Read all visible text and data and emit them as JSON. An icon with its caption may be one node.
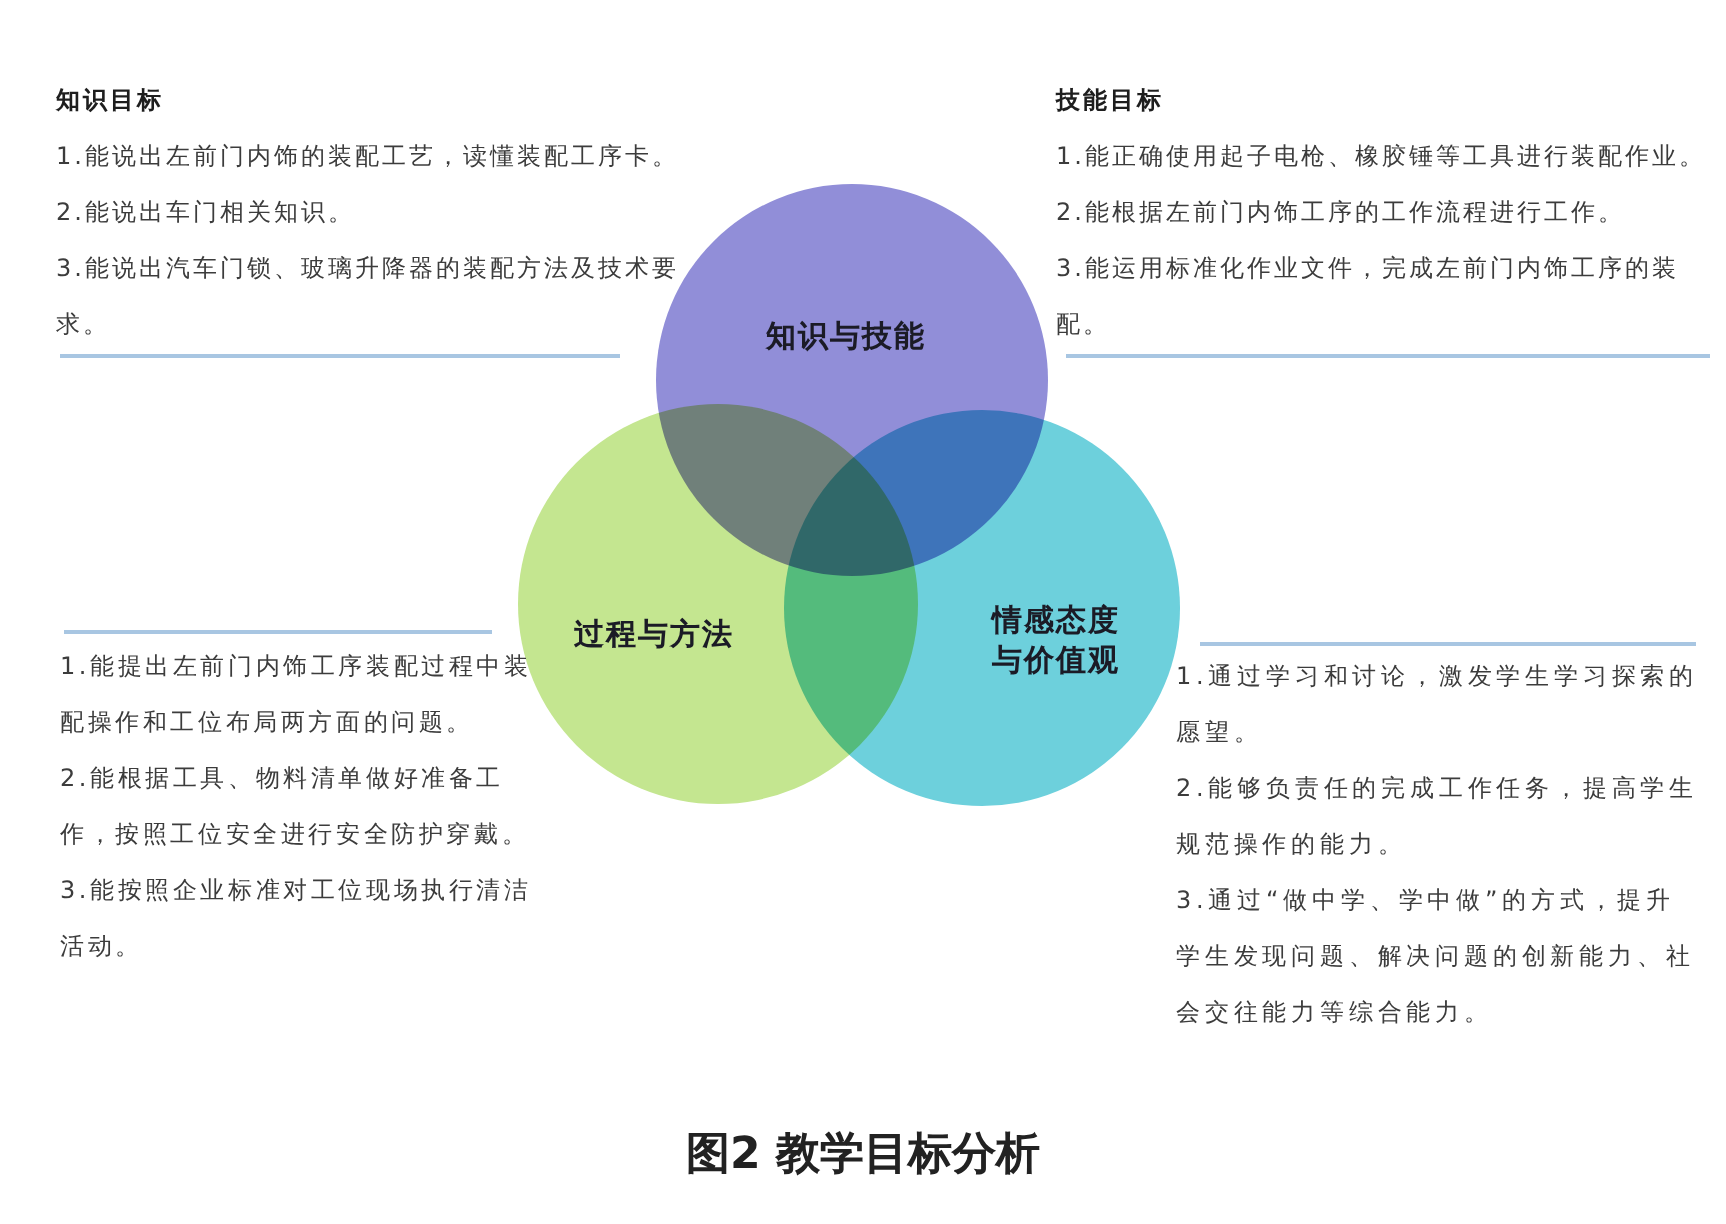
{
  "diagram": {
    "caption": "图2 教学目标分析",
    "nodes": [
      {
        "text": [
          "知识与技能"
        ]
      },
      {
        "text": [
          "过程与方法"
        ]
      },
      {
        "text": [
          "情感态度与价值观"
        ]
      }
    ],
    "labels": [
      "知识目标",
      "1.能说出左前门内饰的装配工艺，读懂装配工序卡。",
      "2.能说出车门相关知识。",
      "3.能说出汽车门锁、玻璃升降器的装配方法及技术要求。",
      "技能目标",
      "1.能正确使用起子电枪、橡胶锤等工具进行装配作业。",
      "2.能根据左前门内饰工序的工作流程进行工作。",
      "3.能运用标准化作业文件，完成左前门内饰工序的装配。",
      "1.能提出左前门内饰工序装配过程中装配操作和工位布局两方面的问题。",
      "2.能根据工具、物料清单做好准备工作，按照工位安全进行安全防护穿戴。",
      "3.能按照企业标准对工位现场执行清洁活动。",
      "1.通过学习和讨论，激发学生学习探索的愿望。",
      "2.能够负责任的完成工作任务，提高学生规范操作的能力。",
      "3.通过“做中学、学中做”的方式，提升学生发现问题、解决问题的创新能力、社会交往能力等综合能力。"
    ]
  }
}
